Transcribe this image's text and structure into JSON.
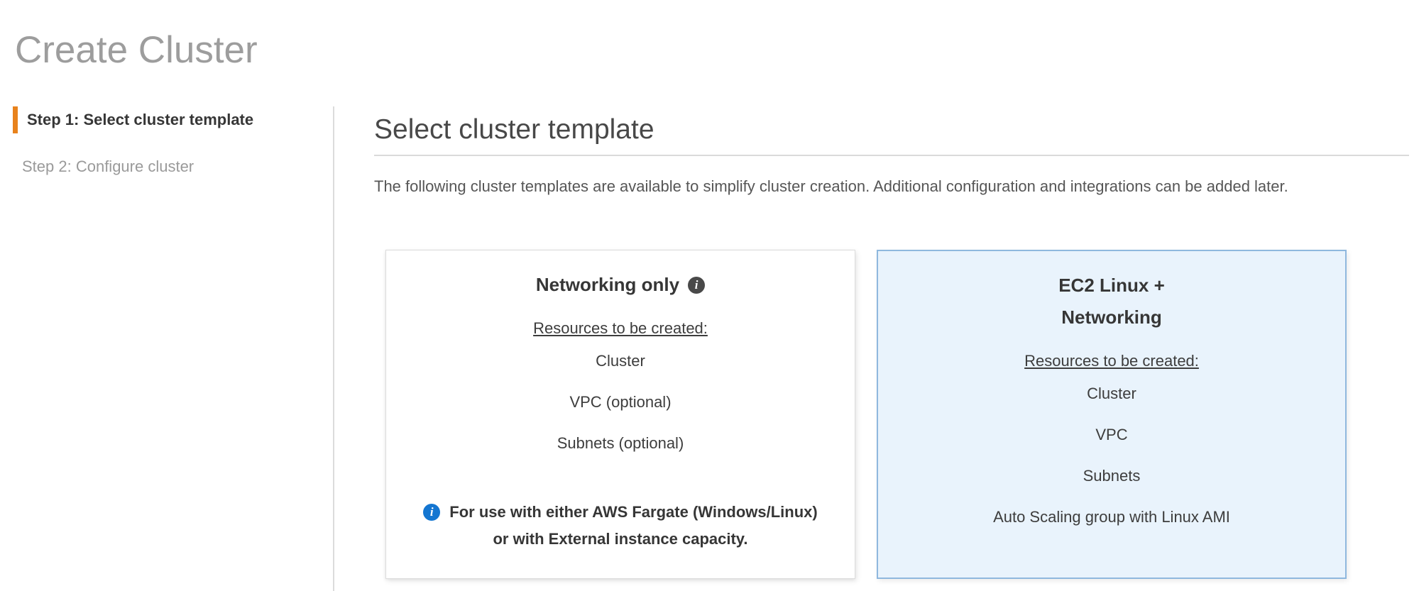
{
  "page": {
    "title": "Create Cluster"
  },
  "steps": [
    {
      "label": "Step 1: Select cluster template",
      "active": true
    },
    {
      "label": "Step 2: Configure cluster",
      "active": false
    }
  ],
  "main": {
    "heading": "Select cluster template",
    "description": "The following cluster templates are available to simplify cluster creation. Additional configuration and integrations can be added later."
  },
  "templates": [
    {
      "title": "Networking only",
      "resources_label": "Resources to be created:",
      "resources": [
        "Cluster",
        "VPC (optional)",
        "Subnets (optional)"
      ],
      "note_line1": "For use with either AWS Fargate (Windows/Linux)",
      "note_line2": "or with External instance capacity.",
      "selected": false
    },
    {
      "title_line1": "EC2 Linux +",
      "title_line2": "Networking",
      "resources_label": "Resources to be created:",
      "resources": [
        "Cluster",
        "VPC",
        "Subnets",
        "Auto Scaling group with Linux AMI"
      ],
      "selected": true
    }
  ],
  "icons": {
    "info_glyph": "i"
  },
  "colors": {
    "accent_orange": "#e8821c",
    "selected_card_bg": "#e9f3fc",
    "selected_card_border": "#8fb8de",
    "info_icon_blue": "#1476d1",
    "info_icon_dark": "#494949",
    "title_gray": "#9d9d9d"
  }
}
